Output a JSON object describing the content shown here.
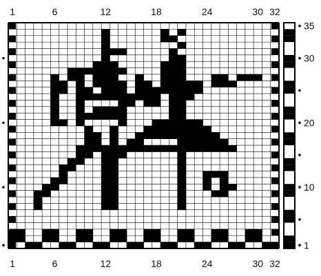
{
  "chart_title": "",
  "pattern": {
    "columns": 32,
    "rows": 35,
    "filled_color": "#000000",
    "empty_color": "#ffffff",
    "grid_color": "#000000",
    "filled_cells": [
      [
        34,
        12
      ],
      [
        34,
        19
      ],
      [
        34,
        21
      ],
      [
        33,
        12
      ],
      [
        33,
        19
      ],
      [
        33,
        20
      ],
      [
        32,
        12
      ],
      [
        32,
        21
      ],
      [
        31,
        12
      ],
      [
        31,
        13
      ],
      [
        31,
        14
      ],
      [
        31,
        20
      ],
      [
        30,
        12
      ],
      [
        30,
        20
      ],
      [
        30,
        21
      ],
      [
        29,
        11
      ],
      [
        29,
        12
      ],
      [
        29,
        13
      ],
      [
        29,
        19
      ],
      [
        29,
        20
      ],
      [
        29,
        21
      ],
      [
        28,
        8
      ],
      [
        28,
        9
      ],
      [
        28,
        10
      ],
      [
        28,
        11
      ],
      [
        28,
        12
      ],
      [
        28,
        13
      ],
      [
        28,
        14
      ],
      [
        28,
        19
      ],
      [
        28,
        20
      ],
      [
        28,
        21
      ],
      [
        27,
        6
      ],
      [
        27,
        8
      ],
      [
        27,
        9
      ],
      [
        27,
        11
      ],
      [
        27,
        12
      ],
      [
        27,
        13
      ],
      [
        27,
        16
      ],
      [
        27,
        19
      ],
      [
        27,
        20
      ],
      [
        27,
        21
      ],
      [
        27,
        25
      ],
      [
        27,
        26
      ],
      [
        27,
        28
      ],
      [
        27,
        29
      ],
      [
        27,
        30
      ],
      [
        26,
        6
      ],
      [
        26,
        7
      ],
      [
        26,
        9
      ],
      [
        26,
        11
      ],
      [
        26,
        12
      ],
      [
        26,
        13
      ],
      [
        26,
        14
      ],
      [
        26,
        16
      ],
      [
        26,
        17
      ],
      [
        26,
        19
      ],
      [
        26,
        20
      ],
      [
        26,
        21
      ],
      [
        26,
        22
      ],
      [
        26,
        23
      ],
      [
        26,
        25
      ],
      [
        26,
        26
      ],
      [
        26,
        27
      ],
      [
        25,
        6
      ],
      [
        25,
        7
      ],
      [
        25,
        9
      ],
      [
        25,
        10
      ],
      [
        25,
        12
      ],
      [
        25,
        13
      ],
      [
        25,
        14
      ],
      [
        25,
        16
      ],
      [
        25,
        17
      ],
      [
        25,
        18
      ],
      [
        25,
        19
      ],
      [
        25,
        20
      ],
      [
        25,
        21
      ],
      [
        25,
        22
      ],
      [
        25,
        23
      ],
      [
        24,
        6
      ],
      [
        24,
        9
      ],
      [
        24,
        10
      ],
      [
        24,
        11
      ],
      [
        24,
        12
      ],
      [
        24,
        13
      ],
      [
        24,
        14
      ],
      [
        24,
        15
      ],
      [
        24,
        16
      ],
      [
        24,
        17
      ],
      [
        24,
        18
      ],
      [
        24,
        20
      ],
      [
        24,
        21
      ],
      [
        24,
        22
      ],
      [
        23,
        6
      ],
      [
        23,
        9
      ],
      [
        23,
        14
      ],
      [
        23,
        15
      ],
      [
        23,
        17
      ],
      [
        23,
        18
      ],
      [
        23,
        20
      ],
      [
        23,
        21
      ],
      [
        22,
        6
      ],
      [
        22,
        9
      ],
      [
        22,
        11
      ],
      [
        22,
        12
      ],
      [
        22,
        13
      ],
      [
        22,
        14
      ],
      [
        22,
        20
      ],
      [
        22,
        21
      ],
      [
        21,
        6
      ],
      [
        21,
        9
      ],
      [
        21,
        10
      ],
      [
        21,
        11
      ],
      [
        21,
        12
      ],
      [
        21,
        13
      ],
      [
        21,
        14
      ],
      [
        21,
        20
      ],
      [
        21,
        21
      ],
      [
        20,
        6
      ],
      [
        20,
        7
      ],
      [
        20,
        9
      ],
      [
        20,
        14
      ],
      [
        20,
        18
      ],
      [
        20,
        19
      ],
      [
        20,
        20
      ],
      [
        20,
        21
      ],
      [
        20,
        22
      ],
      [
        20,
        23
      ],
      [
        19,
        10
      ],
      [
        19,
        13
      ],
      [
        19,
        17
      ],
      [
        19,
        18
      ],
      [
        19,
        19
      ],
      [
        19,
        20
      ],
      [
        19,
        21
      ],
      [
        19,
        22
      ],
      [
        19,
        23
      ],
      [
        19,
        24
      ],
      [
        18,
        10
      ],
      [
        18,
        11
      ],
      [
        18,
        13
      ],
      [
        18,
        16
      ],
      [
        18,
        17
      ],
      [
        18,
        18
      ],
      [
        18,
        19
      ],
      [
        18,
        20
      ],
      [
        18,
        21
      ],
      [
        18,
        22
      ],
      [
        18,
        23
      ],
      [
        18,
        24
      ],
      [
        18,
        25
      ],
      [
        17,
        10
      ],
      [
        17,
        11
      ],
      [
        17,
        13
      ],
      [
        17,
        15
      ],
      [
        17,
        16
      ],
      [
        17,
        21
      ],
      [
        17,
        22
      ],
      [
        17,
        23
      ],
      [
        17,
        24
      ],
      [
        17,
        25
      ],
      [
        17,
        26
      ],
      [
        16,
        9
      ],
      [
        16,
        10
      ],
      [
        16,
        11
      ],
      [
        16,
        12
      ],
      [
        16,
        13
      ],
      [
        16,
        14
      ],
      [
        16,
        15
      ],
      [
        16,
        16
      ],
      [
        16,
        17
      ],
      [
        16,
        18
      ],
      [
        16,
        19
      ],
      [
        16,
        20
      ],
      [
        16,
        21
      ],
      [
        16,
        22
      ],
      [
        16,
        23
      ],
      [
        16,
        24
      ],
      [
        16,
        25
      ],
      [
        16,
        26
      ],
      [
        16,
        27
      ],
      [
        15,
        9
      ],
      [
        15,
        10
      ],
      [
        15,
        12
      ],
      [
        15,
        13
      ],
      [
        15,
        14
      ],
      [
        15,
        21
      ],
      [
        14,
        8
      ],
      [
        14,
        9
      ],
      [
        14,
        12
      ],
      [
        14,
        13
      ],
      [
        14,
        21
      ],
      [
        13,
        7
      ],
      [
        13,
        8
      ],
      [
        13,
        12
      ],
      [
        13,
        13
      ],
      [
        13,
        21
      ],
      [
        12,
        7
      ],
      [
        12,
        12
      ],
      [
        12,
        13
      ],
      [
        12,
        21
      ],
      [
        12,
        24
      ],
      [
        12,
        25
      ],
      [
        12,
        26
      ],
      [
        11,
        6
      ],
      [
        11,
        7
      ],
      [
        11,
        12
      ],
      [
        11,
        13
      ],
      [
        11,
        21
      ],
      [
        11,
        24
      ],
      [
        11,
        26
      ],
      [
        10,
        5
      ],
      [
        10,
        6
      ],
      [
        10,
        12
      ],
      [
        10,
        13
      ],
      [
        10,
        21
      ],
      [
        10,
        24
      ],
      [
        10,
        26
      ],
      [
        10,
        27
      ],
      [
        9,
        4
      ],
      [
        9,
        5
      ],
      [
        9,
        12
      ],
      [
        9,
        13
      ],
      [
        9,
        21
      ],
      [
        9,
        25
      ],
      [
        9,
        26
      ],
      [
        8,
        4
      ],
      [
        8,
        12
      ],
      [
        8,
        13
      ],
      [
        8,
        21
      ],
      [
        7,
        4
      ],
      [
        7,
        12
      ],
      [
        7,
        13
      ],
      [
        7,
        21
      ],
      [
        3,
        1
      ],
      [
        3,
        2
      ],
      [
        3,
        5
      ],
      [
        3,
        6
      ],
      [
        3,
        9
      ],
      [
        3,
        10
      ],
      [
        3,
        13
      ],
      [
        3,
        14
      ],
      [
        3,
        17
      ],
      [
        3,
        18
      ],
      [
        3,
        21
      ],
      [
        3,
        22
      ],
      [
        3,
        25
      ],
      [
        3,
        26
      ],
      [
        3,
        29
      ],
      [
        3,
        30
      ],
      [
        2,
        1
      ],
      [
        2,
        2
      ],
      [
        2,
        5
      ],
      [
        2,
        6
      ],
      [
        2,
        9
      ],
      [
        2,
        10
      ],
      [
        2,
        13
      ],
      [
        2,
        14
      ],
      [
        2,
        17
      ],
      [
        2,
        18
      ],
      [
        2,
        21
      ],
      [
        2,
        22
      ],
      [
        2,
        25
      ],
      [
        2,
        26
      ],
      [
        2,
        29
      ],
      [
        2,
        30
      ],
      [
        1,
        3
      ],
      [
        1,
        4
      ],
      [
        1,
        7
      ],
      [
        1,
        8
      ],
      [
        1,
        11
      ],
      [
        1,
        12
      ],
      [
        1,
        15
      ],
      [
        1,
        16
      ],
      [
        1,
        19
      ],
      [
        1,
        20
      ],
      [
        1,
        23
      ],
      [
        1,
        24
      ],
      [
        1,
        27
      ],
      [
        1,
        28
      ],
      [
        1,
        31
      ],
      [
        1,
        32
      ]
    ],
    "left_border_rows": [
      1,
      3,
      5,
      7,
      9,
      11,
      13,
      15,
      17,
      19,
      21,
      23,
      25,
      27,
      29,
      31,
      33,
      35
    ],
    "right_border_rows": [
      1,
      3,
      5,
      7,
      9,
      11,
      13,
      15,
      17,
      19,
      21,
      23,
      25,
      27,
      29,
      31,
      33,
      35
    ]
  },
  "column_ticks": {
    "top": [
      {
        "label": "1",
        "col": 1
      },
      {
        "label": "6",
        "col": 6
      },
      {
        "label": "12",
        "col": 12
      },
      {
        "label": "18",
        "col": 18
      },
      {
        "label": "24",
        "col": 24
      },
      {
        "label": "30",
        "col": 30
      },
      {
        "label": "32",
        "col": 32
      }
    ],
    "bottom": [
      {
        "label": "1",
        "col": 1
      },
      {
        "label": "6",
        "col": 6
      },
      {
        "label": "12",
        "col": 12
      },
      {
        "label": "18",
        "col": 18
      },
      {
        "label": "24",
        "col": 24
      },
      {
        "label": "30",
        "col": 30
      },
      {
        "label": "32",
        "col": 32
      }
    ]
  },
  "row_ticks": [
    {
      "label": "35",
      "row": 35
    },
    {
      "label": "30",
      "row": 30
    },
    {
      "label": "20",
      "row": 20
    },
    {
      "label": "10",
      "row": 10
    },
    {
      "label": "1",
      "row": 1
    }
  ],
  "left_dot_rows": [
    30,
    20,
    10,
    1
  ],
  "right_dot_rows": [
    35,
    30,
    25,
    20,
    15,
    10,
    5,
    1
  ],
  "strip_fill_rows": [
    1,
    2,
    5,
    6,
    9,
    10,
    13,
    14,
    17,
    18,
    21,
    22,
    25,
    26,
    29,
    30,
    33,
    34
  ]
}
